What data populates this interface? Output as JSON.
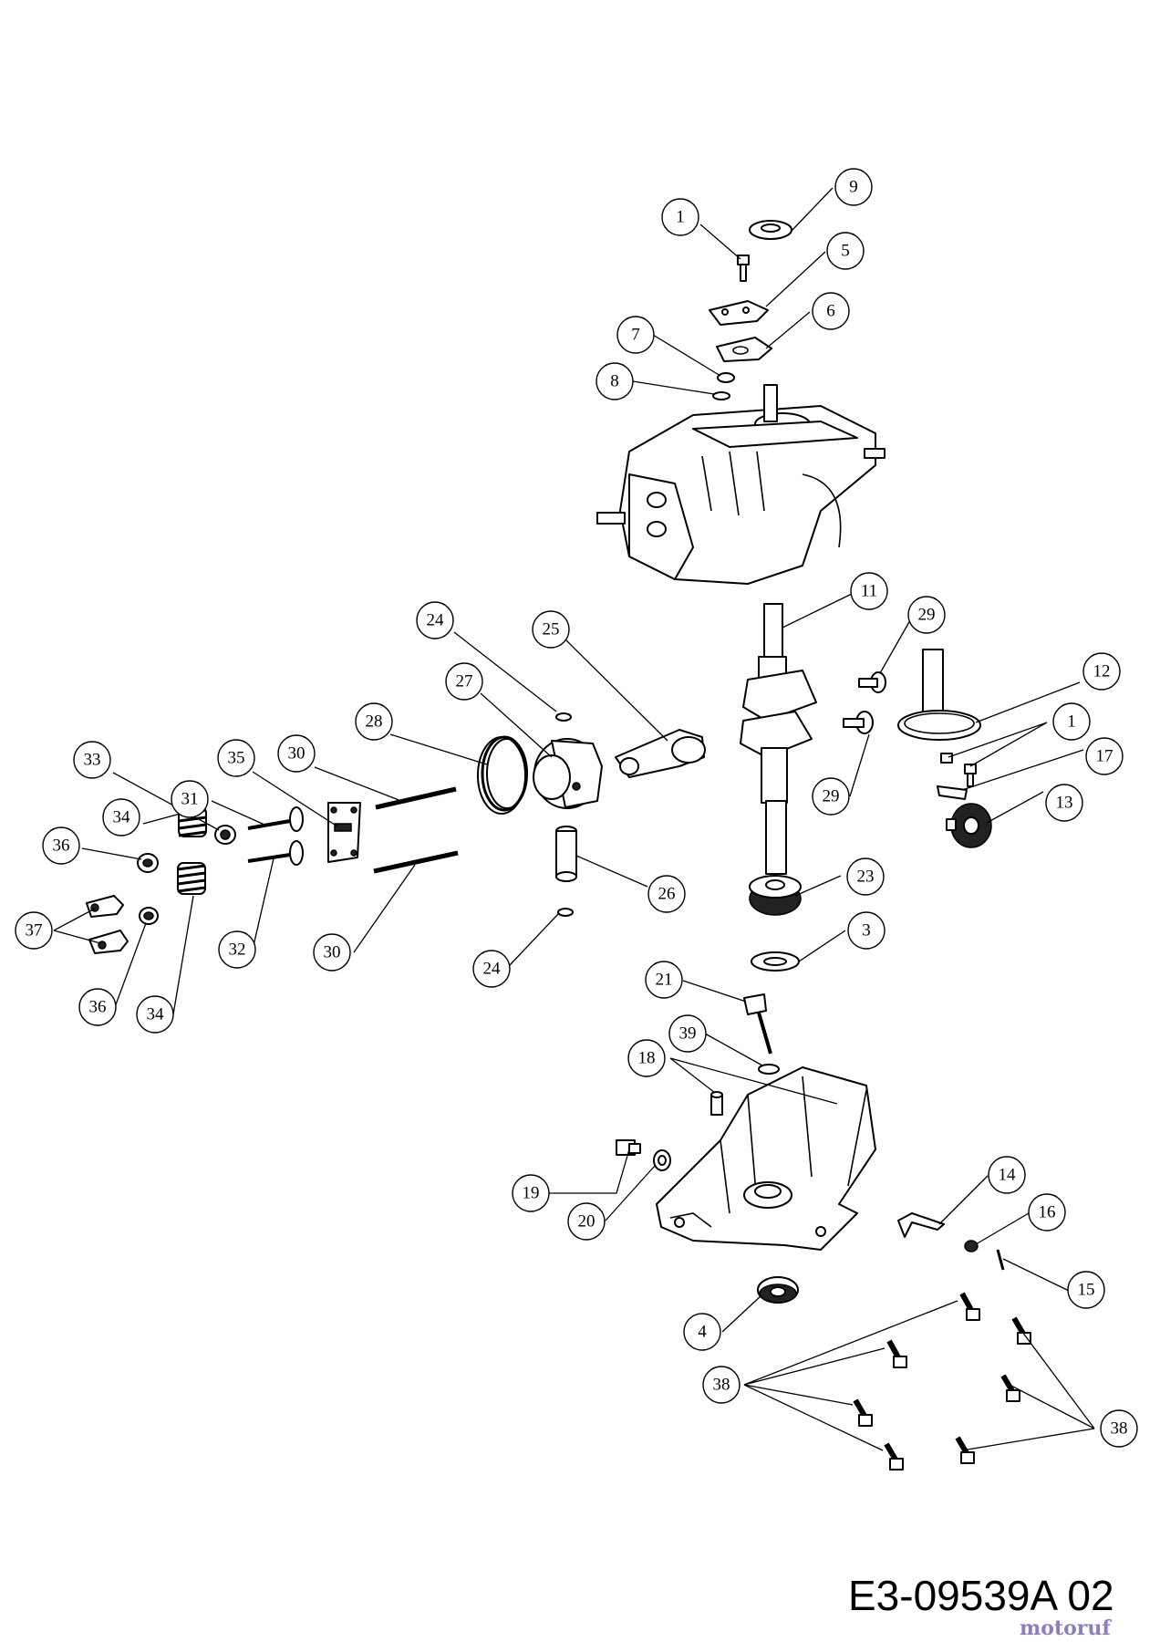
{
  "drawing": {
    "number": "E3-09539A 02",
    "watermark": "motoruf"
  },
  "callouts": {
    "c1a": "1",
    "c9": "9",
    "c5": "5",
    "c6": "6",
    "c7": "7",
    "c8": "8",
    "c11": "11",
    "c29a": "29",
    "c24a": "24",
    "c25": "25",
    "c27": "27",
    "c12": "12",
    "c28": "28",
    "c1b": "1",
    "c33": "33",
    "c35": "35",
    "c30a": "30",
    "c17": "17",
    "c29b": "29",
    "c31": "31",
    "c13": "13",
    "c34a": "34",
    "c36a": "36",
    "c23": "23",
    "c26": "26",
    "c37": "37",
    "c30b": "30",
    "c32": "32",
    "c3": "3",
    "c24b": "24",
    "c36b": "36",
    "c34b": "34",
    "c21": "21",
    "c39": "39",
    "c18": "18",
    "c14": "14",
    "c19": "19",
    "c16": "16",
    "c20": "20",
    "c15": "15",
    "c4": "4",
    "c38a": "38",
    "c38b": "38"
  }
}
